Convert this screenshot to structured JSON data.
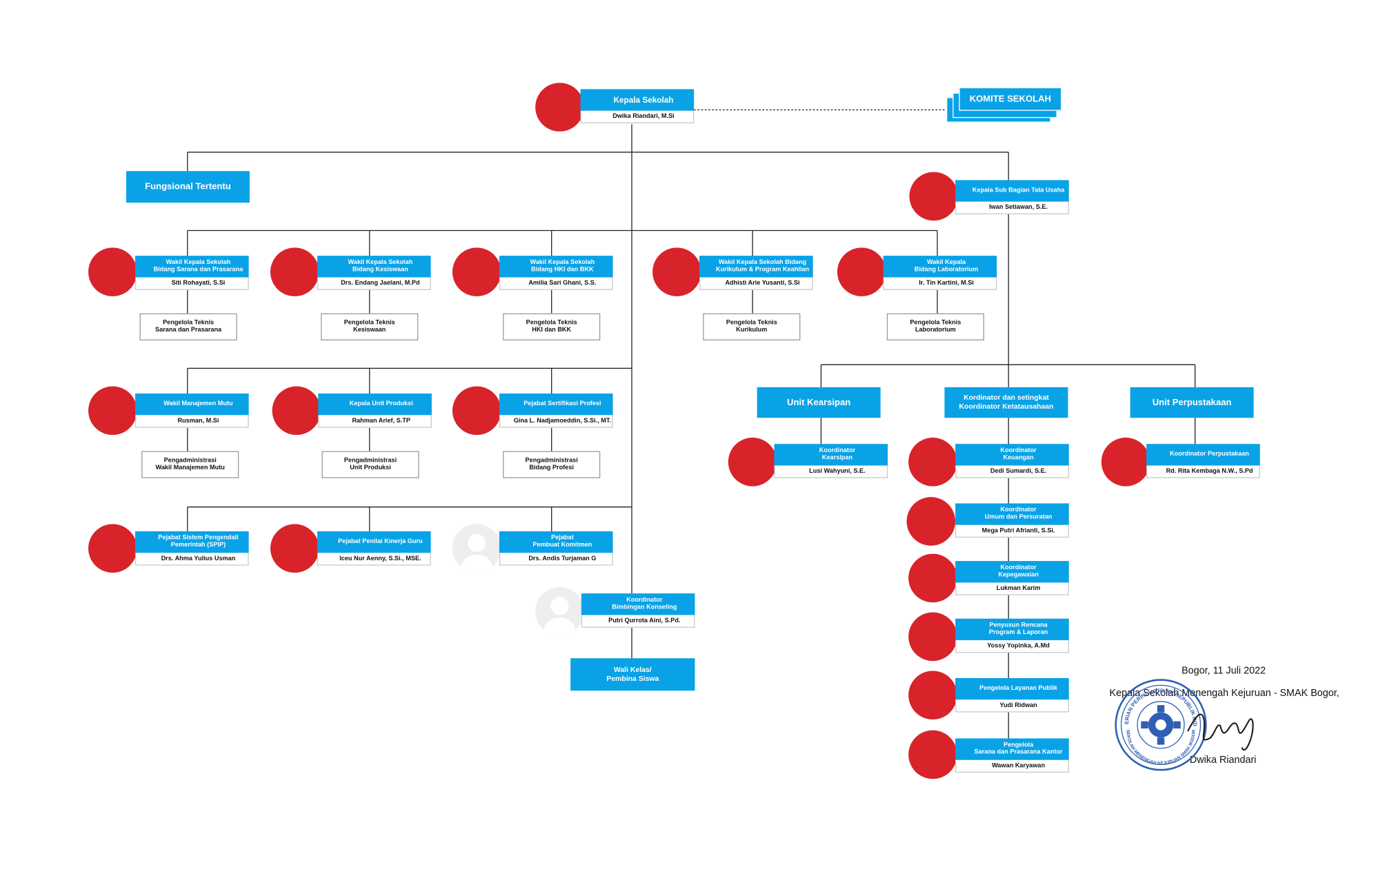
{
  "head": {
    "title": "Kepala Sekolah",
    "name": "Dwika Riandari, M.Si"
  },
  "komite": "KOMITE SEKOLAH",
  "fungsional": "Fungsional Tertentu",
  "tata_usaha": {
    "title": "Kepala Sub Bagian Tata Usaha",
    "name": "Iwan Setiawan, S.E."
  },
  "wakil": [
    {
      "title": "Wakil Kepala Sekolah\nBidang Sarana dan Prasarana",
      "name": "Siti Rohayati, S.Si",
      "sub": "Pengelola Teknis\nSarana dan Prasarana"
    },
    {
      "title": "Wakil Kepala Sekolah\nBidang Kesiswaan",
      "name": "Drs. Endang Jaelani, M.Pd",
      "sub": "Pengelola Teknis\nKesiswaan"
    },
    {
      "title": "Wakil Kepala Sekolah\nBidang HKI dan BKK",
      "name": "Amilia Sari Ghani, S.S.",
      "sub": "Pengelola Teknis\nHKI dan BKK"
    },
    {
      "title": "Wakil Kepala Sekolah Bidang\nKurikulum & Program Keahlian",
      "name": "Adhisti Arie Yusanti, S.Si",
      "sub": "Pengelola Teknis\nKurikulum"
    },
    {
      "title": "Wakil Kepala\nBidang Laboratorium",
      "name": "Ir. Tin Kartini, M.Si",
      "sub": "Pengelola Teknis\nLaboratorium"
    }
  ],
  "row3": [
    {
      "title": "Wakil Manajemen Mutu",
      "name": "Rusman, M.Si",
      "sub": "Pengadministrasi\nWakil Manajemen Mutu"
    },
    {
      "title": "Kepala Unit Produksi",
      "name": "Rahman Arief, S.TP",
      "sub": "Pengadministrasi\nUnit Produksi"
    },
    {
      "title": "Pejabat Sertifikasi Profesi",
      "name": "Gina L. Nadjamoeddin, S.Si., MT.",
      "sub": "Pengadministrasi\nBidang Profesi"
    }
  ],
  "row4": [
    {
      "title": "Pejabat Sistem Pengendali\nPemerintah (SPIP)",
      "name": "Drs. Ahma Yulius Usman"
    },
    {
      "title": "Pejabat Penilai Kinerja Guru",
      "name": "Iceu Nur Aenny, S.Si., MSE."
    },
    {
      "title": "Pejabat\nPembuat Komitmen",
      "name": "Drs. Andis Turjaman G"
    }
  ],
  "bk": {
    "title": "Koordinator\nBimbingan Konseling",
    "name": "Putri Qurrota Aini, S.Pd."
  },
  "wali": "Wali Kelas/\nPembina Siswa",
  "units": [
    "Unit Kearsipan",
    "Kordinator dan setingkat\nKoordinator Ketatausahaan",
    "Unit Perpustakaan"
  ],
  "kearsipan": {
    "title": "Koordinator\nKearsipan",
    "name": "Lusi Wahyuni, S.E."
  },
  "perpustakaan": {
    "title": "Koordinator Perpustakaan",
    "name": "Rd. Rita Kembaga N.W., S.Pd"
  },
  "ketatausahaan": [
    {
      "title": "Koordinator\nKeuangan",
      "name": "Dedi Sumardi, S.E."
    },
    {
      "title": "Koordinator\nUmum dan Persuratan",
      "name": "Mega Putri Afrianti, S.Si."
    },
    {
      "title": "Koordinator\nKepegawaian",
      "name": "Lukman Karim"
    },
    {
      "title": "Penyusun Rencana\nProgram & Laporan",
      "name": "Yossy Yopinka, A.Md"
    },
    {
      "title": "Pengelola Layanan Publik",
      "name": "Yudi Ridwan"
    },
    {
      "title": "Pengelola\nSarana dan Prasarana Kantor",
      "name": "Wawan Karyawan"
    }
  ],
  "signature": {
    "place_date": "Bogor, 11 Juli 2022",
    "position": "Kepala Sekolah Menengah Kejuruan - SMAK Bogor,",
    "name": "Dwika Riandari"
  },
  "stamp": {
    "top_text": "KEMENTERIAN PERINDUSTRIAN REPUBLIK INDONESIA",
    "bottom_text": "SEKOLAH MENENGAH KEJURUAN SMAK BOGOR"
  },
  "colors": {
    "accent": "#0aa2e6",
    "photo_bg": "#d8232a",
    "stamp": "#2f5fb5"
  }
}
